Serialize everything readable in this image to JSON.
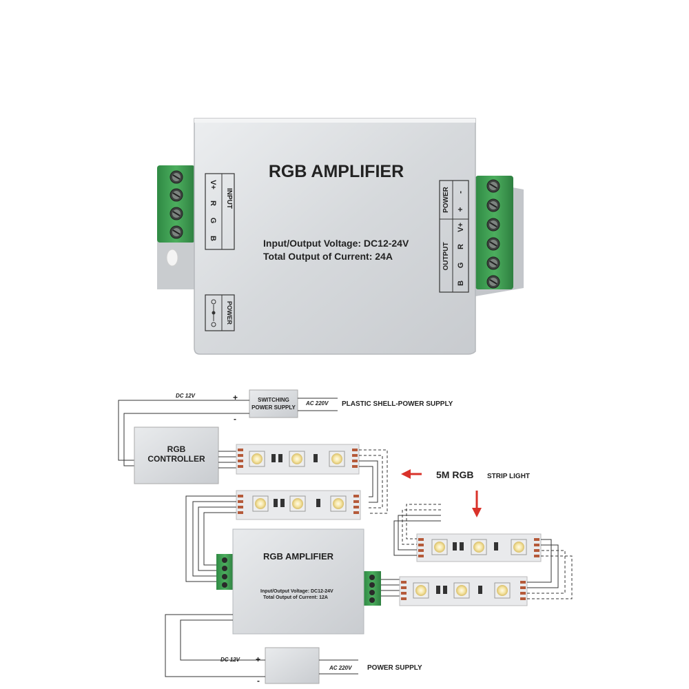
{
  "product": {
    "title": "RGB AMPLIFIER",
    "spec_voltage": "Input/Output Voltage:  DC12-24V",
    "spec_current": "Total Output of Current: 24A",
    "input_header": "INPUT",
    "input_pins": [
      "V+",
      "R",
      "G",
      "B"
    ],
    "power_header": "POWER",
    "output_header": "OUTPUT",
    "output_pins": [
      "V+",
      "R",
      "G",
      "B"
    ],
    "power_pins": [
      "+",
      "-"
    ],
    "power_in_label": "POWER",
    "colors": {
      "body": "#d9dcdf",
      "terminal": "#3f9a52",
      "screw": "#4b4f4c"
    }
  },
  "diagram": {
    "top_psu": {
      "dc_label": "DC 12V",
      "plus": "+",
      "minus": "-",
      "box_label_1": "SWITCHING",
      "box_label_2": "POWER SUPPLY",
      "ac_label": "AC 220V",
      "caption": "PLASTIC SHELL-POWER SUPPLY"
    },
    "controller": {
      "line1": "RGB",
      "line2": "CONTROLLER"
    },
    "strip_callout": {
      "main": "5M RGB",
      "sub": "STRIP LIGHT",
      "arrow_color": "#d9322a"
    },
    "amplifier": {
      "title": "RGB AMPLIFIER",
      "spec_voltage": "Input/Output Voltage: DC12-24V",
      "spec_current": "Total Output of Current: 12A"
    },
    "bottom_psu": {
      "dc_label": "DC 12V",
      "plus": "+",
      "minus": "-",
      "ac_label": "AC 220V",
      "caption": "POWER SUPPLY"
    }
  }
}
